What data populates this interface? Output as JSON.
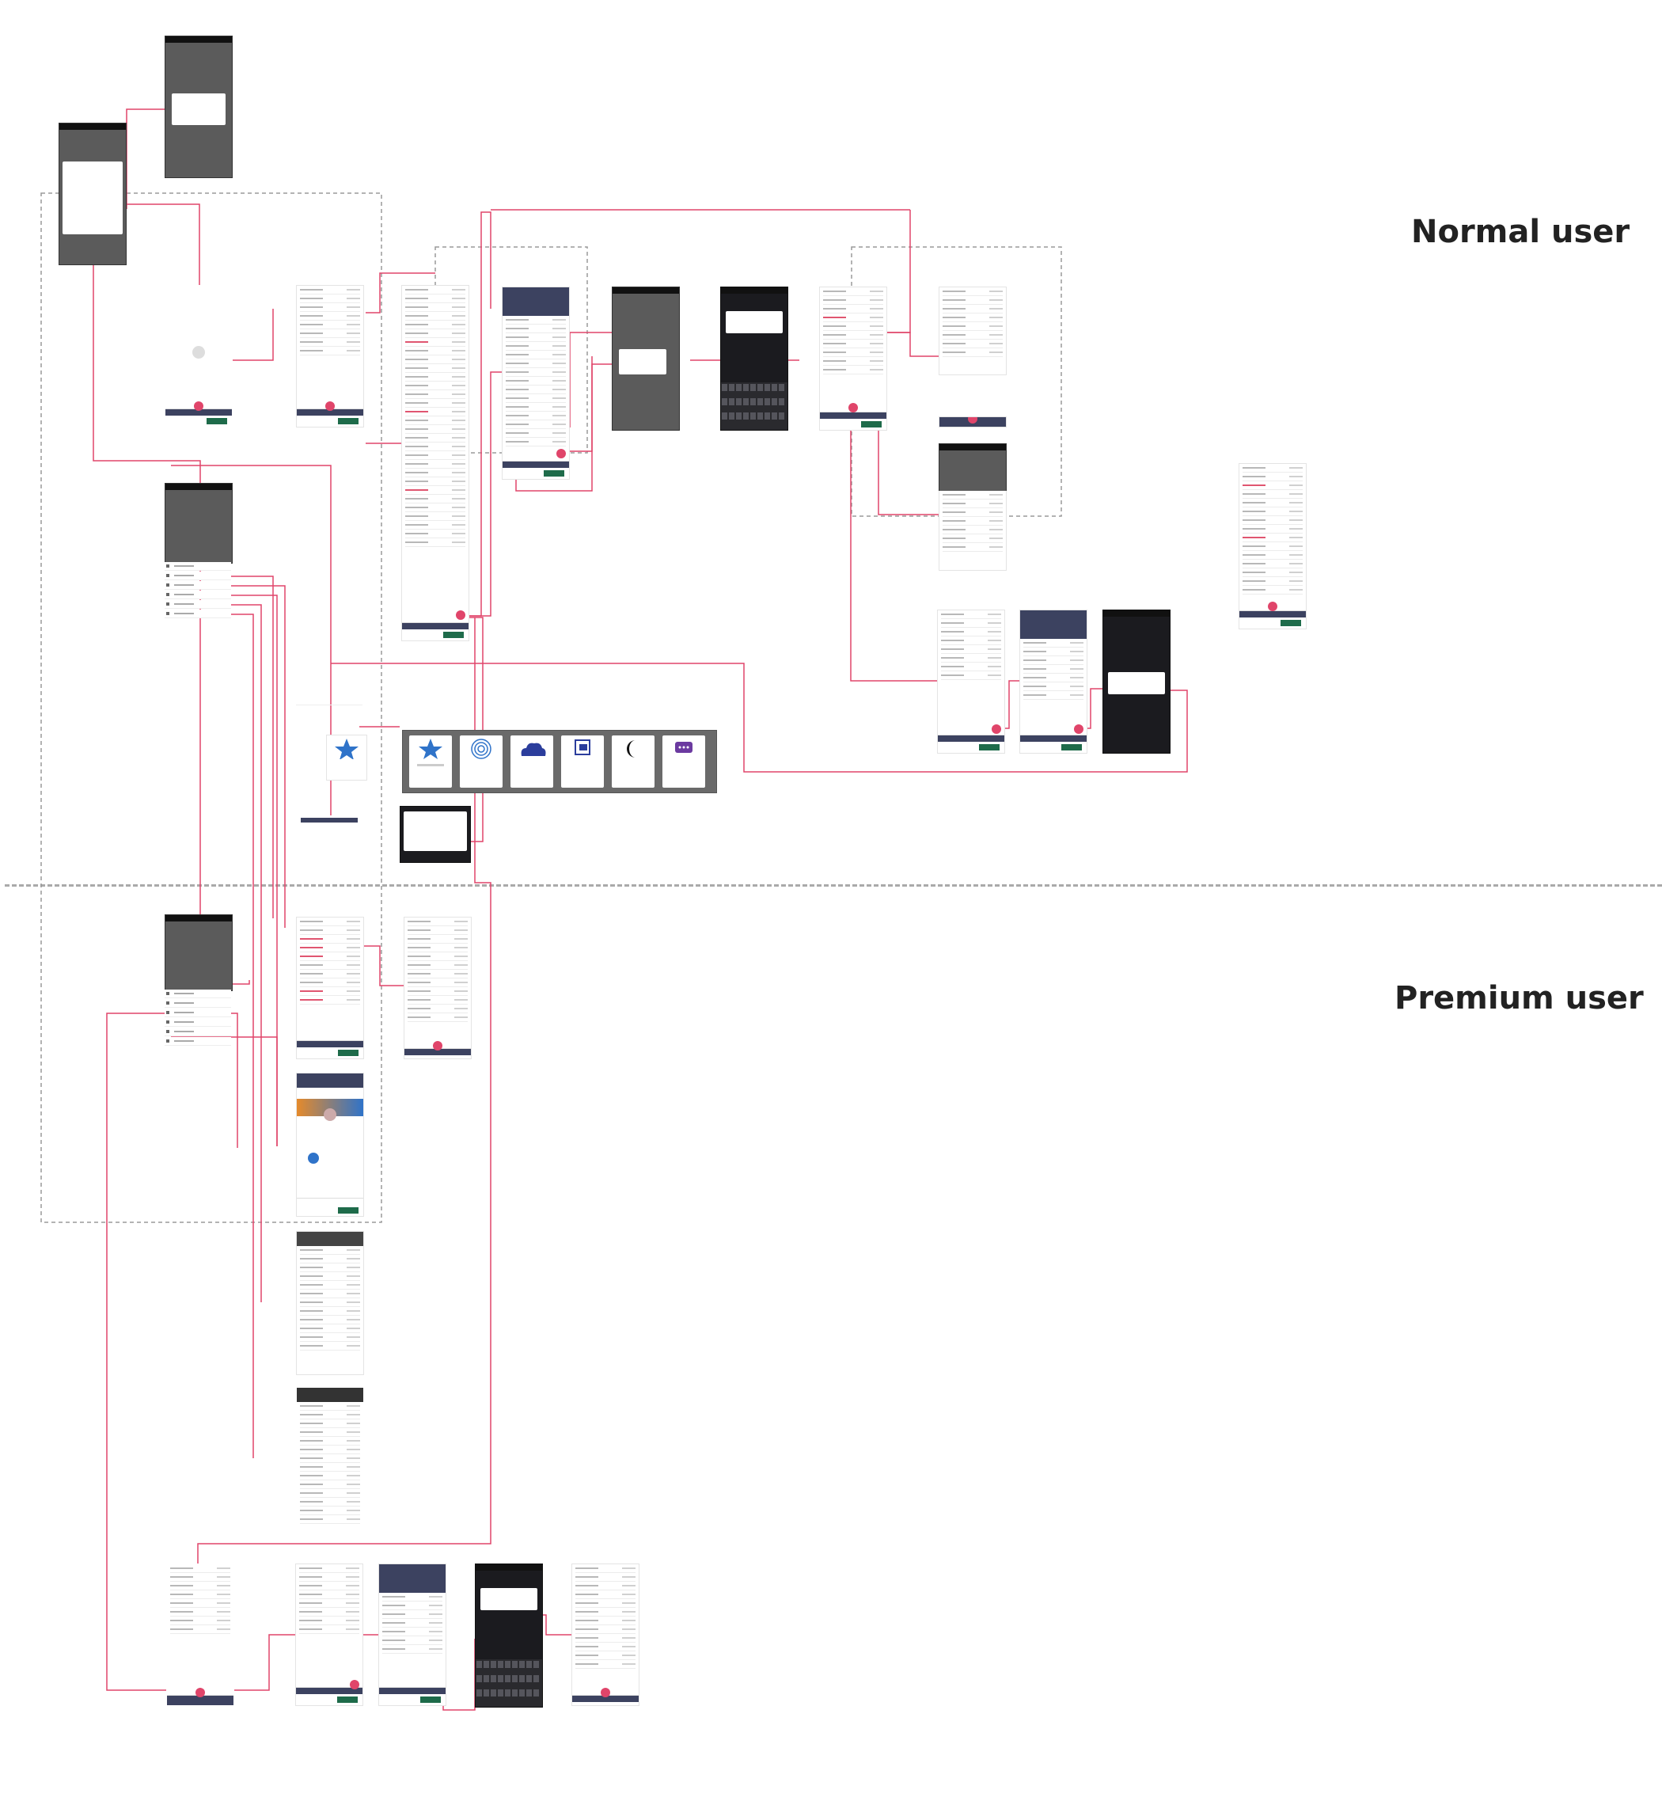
{
  "board": {
    "sections": [
      {
        "id": "normal",
        "title": "Normal user"
      },
      {
        "id": "premium",
        "title": "Premium user"
      }
    ]
  },
  "colors": {
    "flow_line": "#e0456a",
    "dashed_group": "#9a9a9a",
    "header_navy": "#3c4260",
    "button_green": "#1e6b4a",
    "divider": "#aaaaaa"
  },
  "icons": [
    "star-icon",
    "fingerprint-icon",
    "cloud-icon",
    "widget-icon",
    "moon-icon",
    "chat-icon",
    "calculator-logo-icon",
    "avatar-icon"
  ]
}
